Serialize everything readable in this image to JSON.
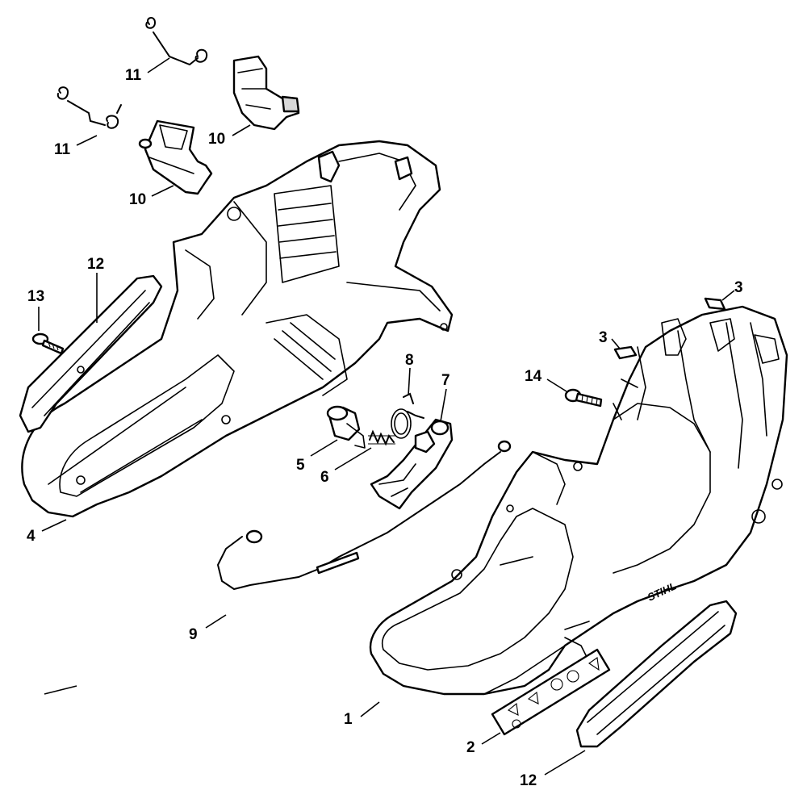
{
  "brand_mark": "STIHL",
  "callouts": {
    "c1": "1",
    "c2": "2",
    "c3a": "3",
    "c3b": "3",
    "c4": "4",
    "c5": "5",
    "c6": "6",
    "c7": "7",
    "c8": "8",
    "c9": "9",
    "c10a": "10",
    "c10b": "10",
    "c11a": "11",
    "c11b": "11",
    "c12a": "12",
    "c12b": "12",
    "c13": "13",
    "c14": "14"
  }
}
